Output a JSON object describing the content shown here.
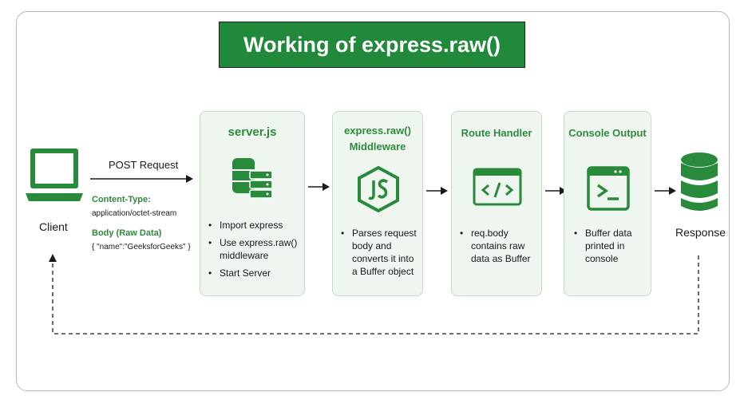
{
  "title": "Working of express.raw()",
  "client": {
    "label": "Client",
    "request_label": "POST Request",
    "content_type_label": "Content-Type:",
    "content_type_value": "application/octet-stream",
    "body_label": "Body (Raw Data)",
    "body_value": "{ \"name\":\"GeeksforGeeks\" }"
  },
  "cards": {
    "server": {
      "title": "server.js",
      "bullets": [
        "Import express",
        "Use express.raw() middleware",
        "Start Server"
      ]
    },
    "middleware": {
      "title_line1": "express.raw()",
      "title_line2": "Middleware",
      "bullets": [
        "Parses request body and converts it into a Buffer object"
      ]
    },
    "route": {
      "title": "Route Handler",
      "bullets": [
        "req.body contains raw data as Buffer"
      ]
    },
    "console": {
      "title": "Console Output",
      "bullets": [
        "Buffer data printed in console"
      ]
    }
  },
  "response": {
    "label": "Response"
  },
  "icons": {
    "client": "laptop-icon",
    "server": "server-stack-icon",
    "middleware": "nodejs-icon",
    "route": "code-window-icon",
    "console": "terminal-icon",
    "response": "database-icon"
  },
  "colors": {
    "accent": "#218a3a",
    "card_bg": "#eef6ef",
    "card_title": "#2e8b3e"
  }
}
